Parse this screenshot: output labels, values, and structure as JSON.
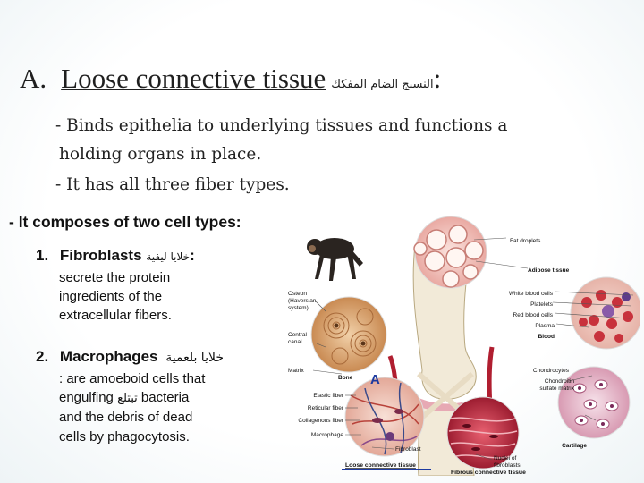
{
  "heading": {
    "letter": "A.",
    "title": "Loose connective tissue",
    "arabic": "النسيج الضام المفكك",
    "colon": ":"
  },
  "bullets": {
    "line1": "- Binds epithelia to underlying tissues and functions a",
    "line2": "holding organs in place.",
    "line3": "- It has all three fiber types."
  },
  "cell_types": {
    "intro": "- It composes of two cell types:",
    "item1": {
      "number": "1.",
      "name": "Fibroblasts",
      "arabic": "خلايا ليفية",
      "colon": ":",
      "desc1": "secrete the protein",
      "desc2": "ingredients of the",
      "desc3": "extracellular fibers."
    },
    "item2": {
      "number": "2.",
      "name": "Macrophages",
      "arabic": "خلايا بلعمية",
      "desc1": ": are amoeboid cells that",
      "desc2a": "engulfing",
      "desc2_arabic": "تبتلع",
      "desc2b": "bacteria",
      "desc3": "and the debris of dead",
      "desc4": "cells by phagocytosis."
    }
  },
  "figure": {
    "labels": {
      "fat_droplets": "Fat droplets",
      "adipose": "Adipose tissue",
      "white_blood": "White blood cells",
      "platelets": "Platelets",
      "red_blood": "Red blood cells",
      "plasma": "Plasma",
      "blood": "Blood",
      "osteon": "Osteon",
      "haversian1": "(Haversian",
      "haversian2": "system)",
      "central1": "Central",
      "central2": "canal",
      "matrix": "Matrix",
      "bone": "Bone",
      "chondrocytes": "Chondrocytes",
      "chondroitin1": "Chondroitin",
      "chondroitin2": "sulfate matrix",
      "cartilage": "Cartilage",
      "elastic": "Elastic fiber",
      "reticular": "Reticular fiber",
      "collagenous": "Collagenous fiber",
      "macrophage": "Macrophage",
      "fibroblast": "Fibroblast",
      "nuclei1": "Nuclei of",
      "nuclei2": "fibroblasts",
      "loose_ct": "Loose connective tissue",
      "fibrous_ct": "Fibrous connective tissue"
    },
    "marker": "A"
  },
  "colors": {
    "text": "#111111",
    "marker_blue": "#1d3aa0",
    "adipose_pink": "#f3c6c0",
    "blood_red": "#c8323c",
    "cartilage_pink": "#f0d0dc"
  }
}
